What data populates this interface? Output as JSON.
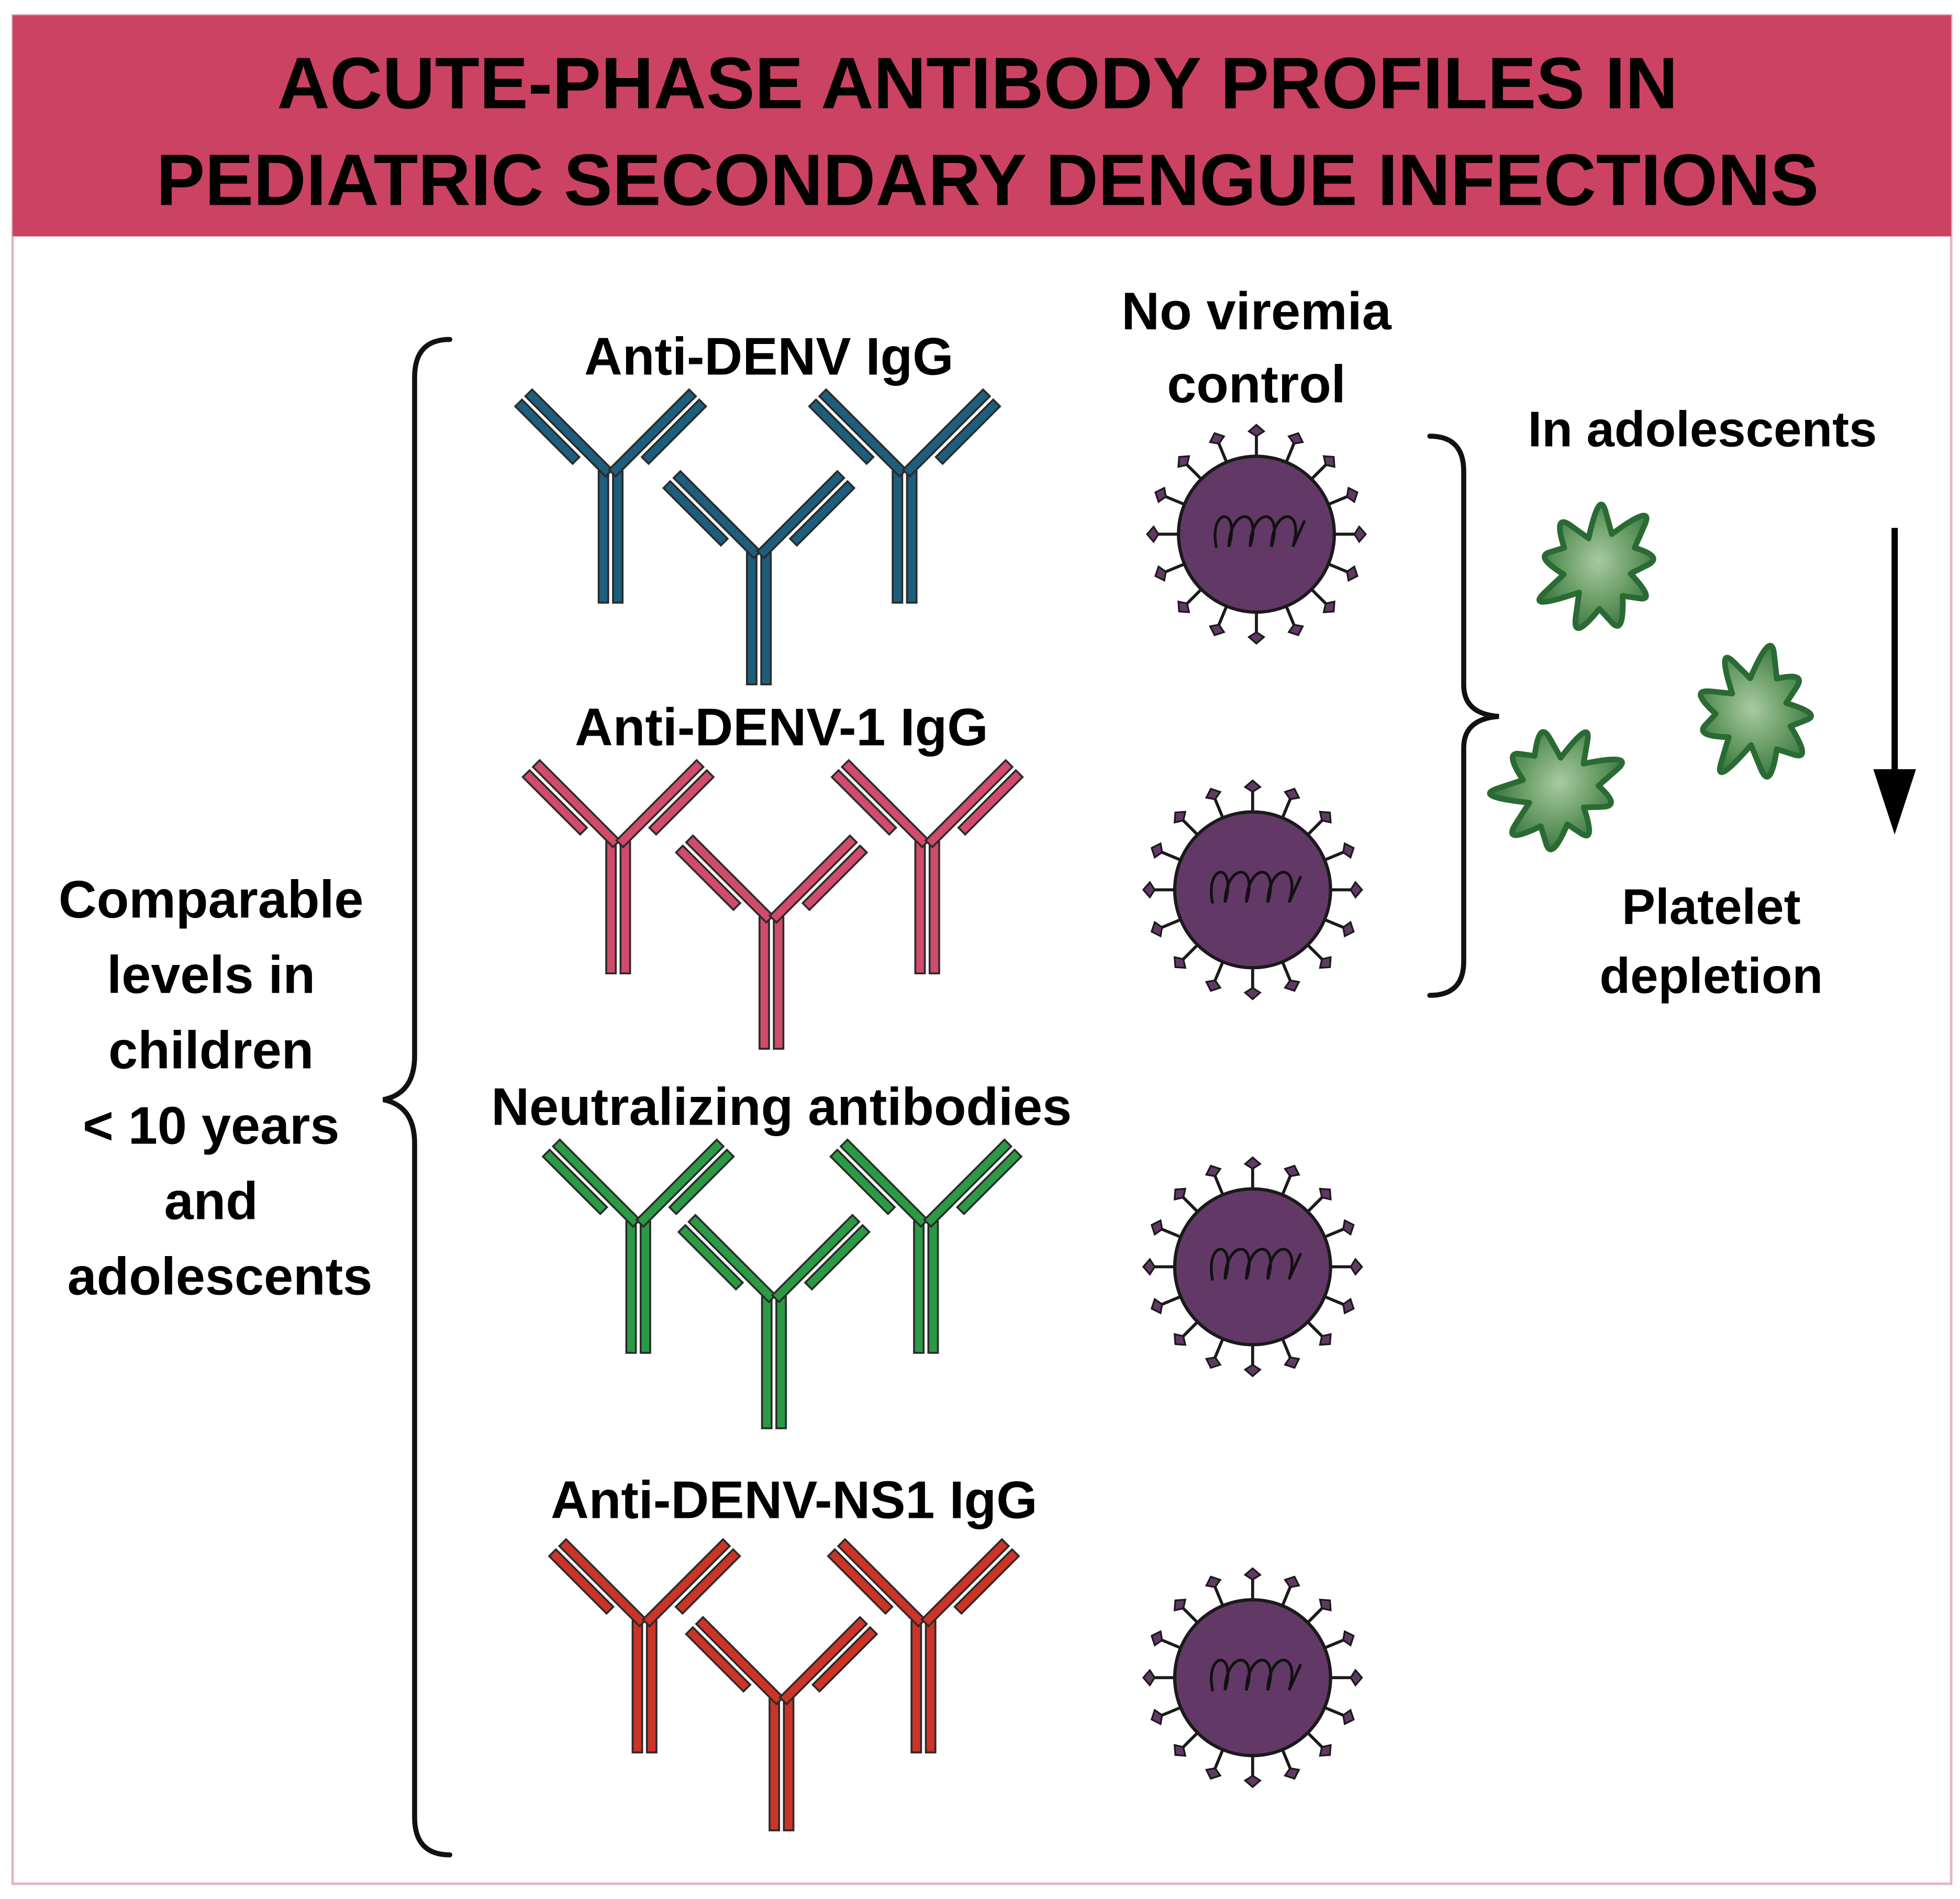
{
  "header": {
    "title_line1": "ACUTE-PHASE ANTIBODY PROFILES IN",
    "title_line2": "PEDIATRIC SECONDARY DENGUE INFECTIONS",
    "background_color": "#cc4262"
  },
  "left_note": {
    "lines": [
      "Comparable",
      "levels in",
      "children",
      "< 10 years",
      "and",
      "adolescents"
    ]
  },
  "antibody_groups": [
    {
      "label": "Anti-DENV IgG",
      "color": "#1c5e7c"
    },
    {
      "label": "Anti-DENV-1 IgG",
      "color": "#d14b6b"
    },
    {
      "label": "Neutralizing antibodies",
      "color": "#2a9a45"
    },
    {
      "label": "Anti-DENV-NS1 IgG",
      "color": "#cc3427"
    }
  ],
  "virus": {
    "title_line1": "No viremia",
    "title_line2": "control",
    "body_color": "#623966",
    "spike_color": "#623966",
    "icon": "virus-icon"
  },
  "adolescents": {
    "label": "In adolescents",
    "platelet_color": "#5f9a60",
    "platelet_outline": "#2a6b33",
    "icon": "platelet-icon",
    "arrow_icon": "down-arrow-icon",
    "outcome_line1": "Platelet",
    "outcome_line2": "depletion"
  }
}
